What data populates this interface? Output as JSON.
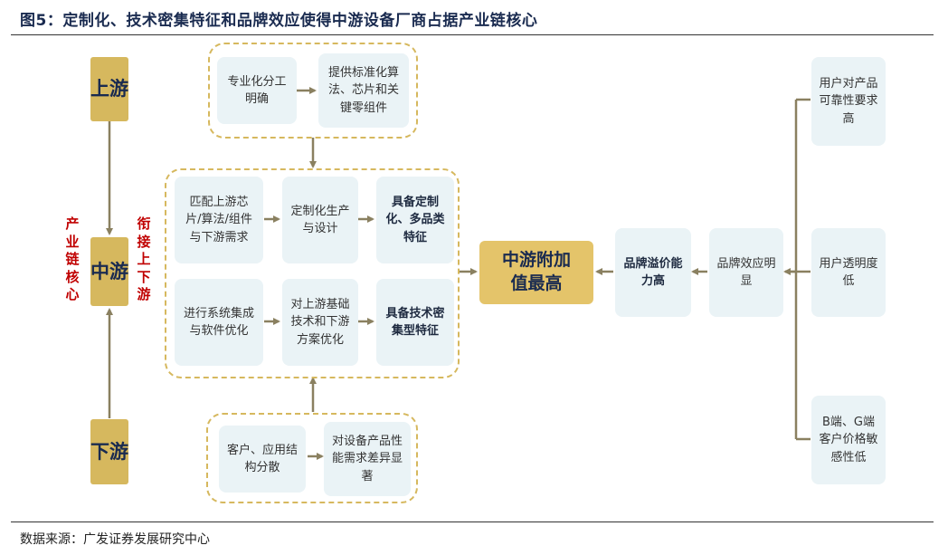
{
  "title": "图5：定制化、技术密集特征和品牌效应使得中游设备厂商占据产业链核心",
  "source": "数据来源：广发证券发展研究中心",
  "streams": {
    "upstream": "上游",
    "midstream": "中游",
    "downstream": "下游"
  },
  "side_labels": {
    "core": "产业链核心",
    "link": "衔接上下游"
  },
  "top_group": {
    "box1": "专业化分工明确",
    "box2": "提供标准化算法、芯片和关键零组件"
  },
  "middle_group": {
    "row1": [
      "匹配上游芯片/算法/组件与下游需求",
      "定制化生产与设计",
      "具备定制化、多品类特征"
    ],
    "row2": [
      "进行系统集成与软件优化",
      "对上游基础技术和下游方案优化",
      "具备技术密集型特征"
    ]
  },
  "bottom_group": {
    "box1": "客户、应用结构分散",
    "box2": "对设备产品性能需求差异显著"
  },
  "core_value": "中游附加值最高",
  "brand_premium": "品牌溢价能力高",
  "brand_effect": "品牌效应明显",
  "user_factors": [
    "用户对产品可靠性要求高",
    "用户透明度低",
    "B端、G端客户价格敏感性低"
  ],
  "colors": {
    "gold": "#d6b85e",
    "core_gold": "#e4c46a",
    "box_bg": "#eaf3f6",
    "arrow": "#8a8060",
    "red_label": "#c00000",
    "navy_text": "#1a2b50"
  }
}
